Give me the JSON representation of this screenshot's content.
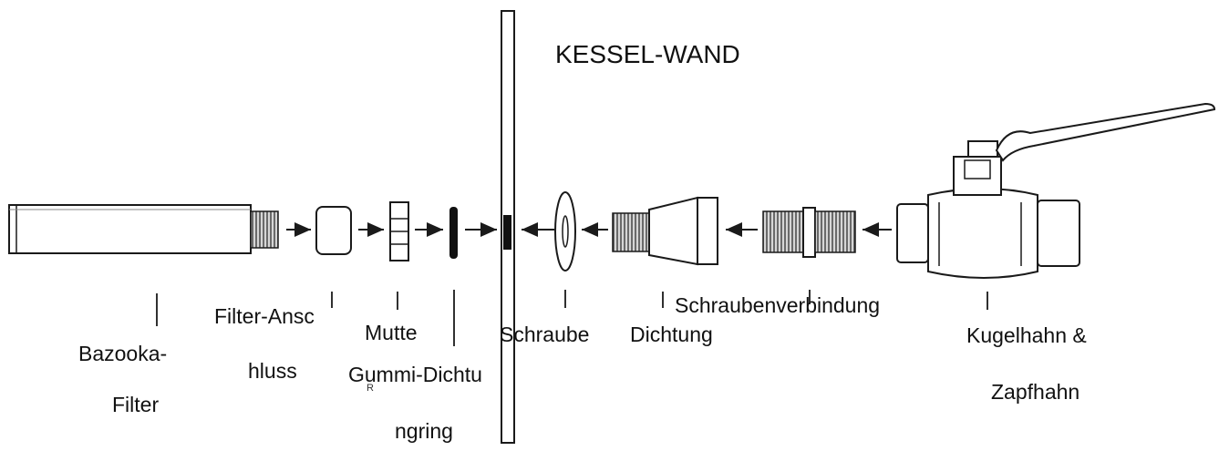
{
  "title": "KESSEL-WAND",
  "labels": {
    "bazooka_filter": {
      "line1": "Bazooka-",
      "line2": "Filter"
    },
    "filter_anschluss": {
      "line1": "Filter-Ansc",
      "line2": "hluss"
    },
    "mutter": "Mutte",
    "mutter_r": "R",
    "gummi_dichtungsring": {
      "line1": "Gummi-Dichtu",
      "line2": "ngring"
    },
    "schraube": "Schraube",
    "dichtung": "Dichtung",
    "schraubenverbindung": "Schraubenverbindung",
    "kugelhahn": {
      "line1": "Kugelhahn  &",
      "line2": "Zapfhahn"
    }
  },
  "colors": {
    "line": "#1a1a1a",
    "part_fill": "#ffffff",
    "thread": "#555555",
    "gasket": "#111111"
  }
}
